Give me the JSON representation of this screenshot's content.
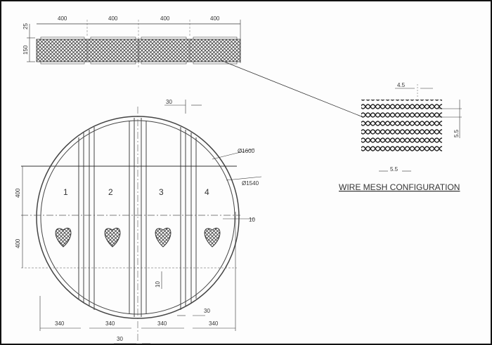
{
  "top_view": {
    "widths": [
      "400",
      "400",
      "400",
      "400"
    ],
    "height_top": "25",
    "height_bed": "150"
  },
  "mesh_detail": {
    "title": "WIRE MESH CONFIGURATION",
    "dim_top": "4.5",
    "dim_right": "5.5",
    "dim_bottom": "5.5"
  },
  "plan_view": {
    "bar_width_top": "30",
    "outer_diameter": "Ø1600",
    "inner_diameter": "Ø1540",
    "panels": [
      "1",
      "2",
      "3",
      "4"
    ],
    "gap_right": "10",
    "gap_center": "10",
    "row_heights": [
      "400",
      "400"
    ],
    "panel_widths": [
      "340",
      "340",
      "340",
      "340"
    ],
    "bar_width_bottom_right": "30",
    "bar_width_bottom_center": "30"
  }
}
